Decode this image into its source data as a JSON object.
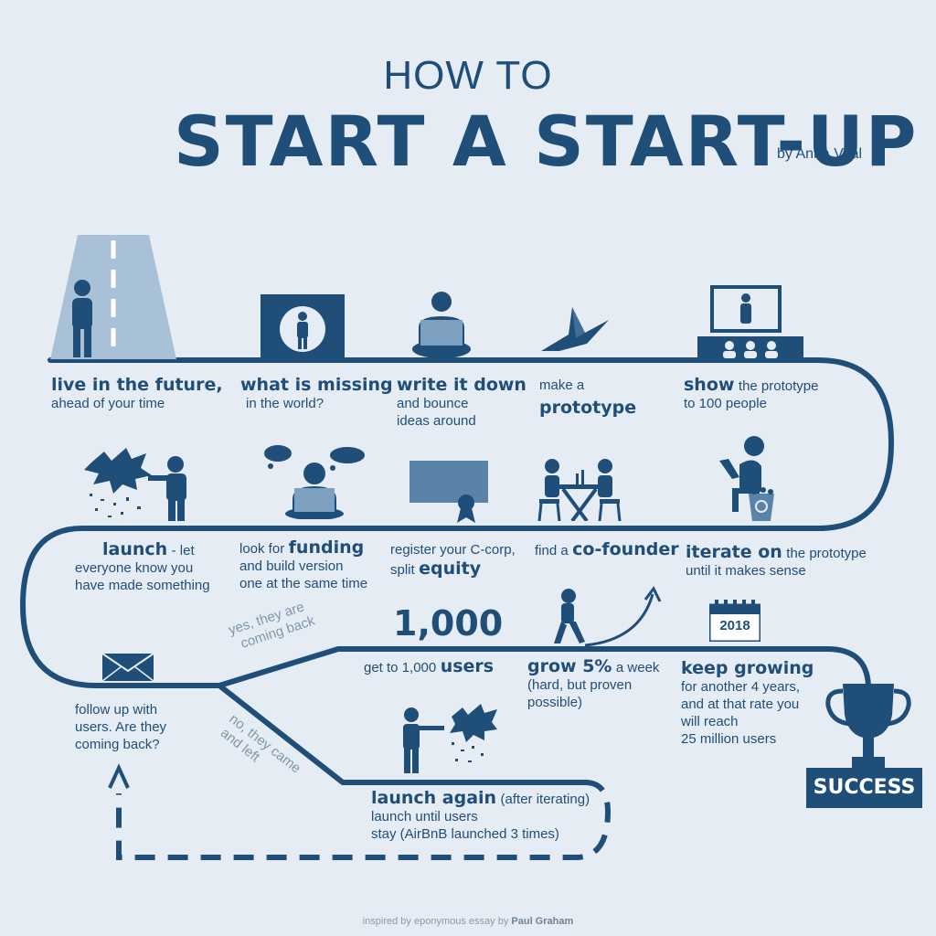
{
  "header": {
    "title_line1": "HOW TO",
    "title_line2": "START A START-UP",
    "byline": "by Anna Vital"
  },
  "steps": {
    "s1": {
      "bold": "live in the future,",
      "text": "ahead of your time"
    },
    "s2": {
      "bold": "what is missing",
      "text": "in the world?"
    },
    "s3": {
      "bold": "write it down",
      "text1": "and bounce",
      "text2": "ideas around"
    },
    "s4": {
      "text": "make a",
      "bold": "prototype"
    },
    "s5": {
      "bold": "show",
      "text": "the prototype",
      "text2": "to 100 people"
    },
    "s6": {
      "bold": "iterate on",
      "text": "the prototype",
      "text2": "until it makes sense"
    },
    "s7": {
      "text": "find a",
      "bold": "co-founder"
    },
    "s8": {
      "text1": "register your C-corp,",
      "text2": "split",
      "bold": "equity"
    },
    "s9": {
      "text": "look for",
      "bold": "funding",
      "text2": "and build version",
      "text3": "one at the same time"
    },
    "s10": {
      "bold": "launch",
      "text": "- let",
      "text2": "everyone know you",
      "text3": "have made something"
    },
    "s11": {
      "big": "1,000",
      "text": "get to 1,000",
      "bold": "users"
    },
    "s12": {
      "bold": "grow 5%",
      "text": "a week",
      "text2": "(hard, but proven",
      "text3": "possible)"
    },
    "s13": {
      "year": "2018",
      "bold": "keep growing",
      "text1": "for another 4 years,",
      "text2": "and at that rate you",
      "text3": "will reach",
      "text4": "25 million users"
    },
    "s14": {
      "text1": "follow up with",
      "text2": "users. Are they",
      "text3": "coming back?"
    },
    "s15": {
      "bold": "launch again",
      "text": "(after iterating)",
      "text2": "launch until users",
      "text3": "stay (AirBnB launched 3 times)"
    },
    "success": "SUCCESS"
  },
  "branches": {
    "yes1": "yes, they are",
    "yes2": "coming back",
    "no1": "no, they came",
    "no2": "and  left"
  },
  "footer": {
    "prefix": "inspired by eponymous essay by",
    "author": "Paul Graham"
  },
  "colors": {
    "primary": "#1f4e79",
    "light": "#a9c1d6",
    "background": "#e6ecf3"
  },
  "icons": [
    "road-icon",
    "person-icon",
    "framed-person-icon",
    "person-laptop-icon",
    "origami-bird-icon",
    "presentation-screen-icon",
    "person-trash-icon",
    "meeting-table-icon",
    "certificate-icon",
    "person-thinking-laptop-icon",
    "explosion-pointing-icon",
    "growth-arrow-icon",
    "calendar-icon",
    "envelope-icon",
    "trophy-icon"
  ]
}
